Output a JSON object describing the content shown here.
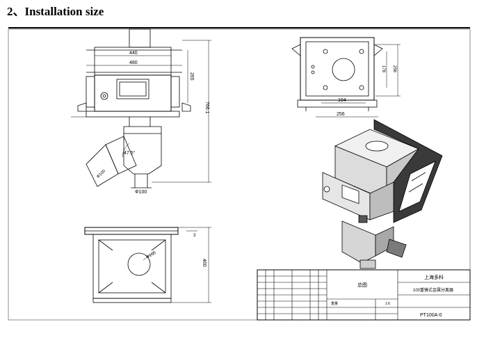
{
  "heading": "2、Installation size",
  "dims": {
    "width_440": "440",
    "width_480": "480",
    "height_265": "265",
    "height_total": "766.1",
    "angle": "47.5°",
    "dia_inlet": "Φ100",
    "dia_outlet": "Φ100",
    "base_194": "194",
    "base_256": "256",
    "side_178": "178",
    "side_256": "256",
    "plan_dia": "Φ100",
    "plan_460": "460",
    "plan_3": "3"
  },
  "title_block": {
    "company": "上海多科",
    "drawing_name": "总图",
    "product_name": "100重锤式金属分离器",
    "model": "PT100A-0",
    "small_label": "重量",
    "small_value": "1:6"
  }
}
